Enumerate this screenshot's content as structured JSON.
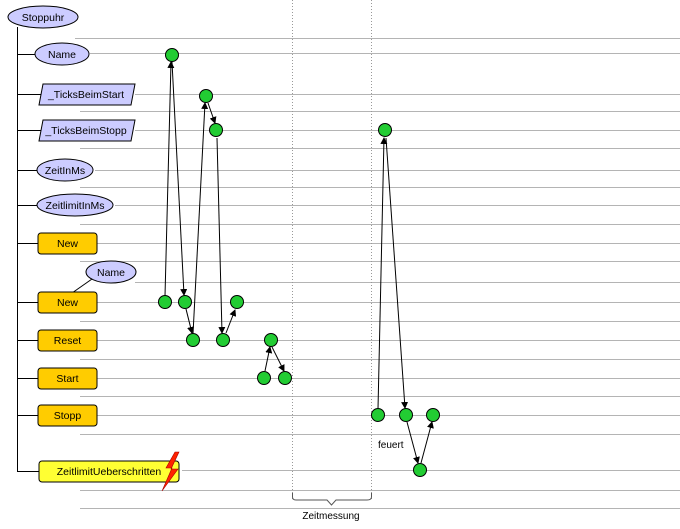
{
  "root": {
    "label": "Stoppuhr",
    "shape": "ellipse"
  },
  "members": [
    {
      "id": "name_prop",
      "label": "Name",
      "kind": "property",
      "shape": "ellipse"
    },
    {
      "id": "ticks_start",
      "label": "_TicksBeimStart",
      "kind": "field",
      "shape": "parallelogram"
    },
    {
      "id": "ticks_stopp",
      "label": "_TicksBeimStopp",
      "kind": "field",
      "shape": "parallelogram"
    },
    {
      "id": "zeit_in_ms",
      "label": "ZeitInMs",
      "kind": "property",
      "shape": "ellipse"
    },
    {
      "id": "zeitlimit_in_ms",
      "label": "ZeitlimitInMs",
      "kind": "property",
      "shape": "ellipse"
    },
    {
      "id": "new1",
      "label": "New",
      "kind": "method",
      "shape": "rounded-box"
    },
    {
      "id": "new2",
      "label": "New",
      "kind": "method",
      "shape": "rounded-box",
      "parameter": "Name"
    },
    {
      "id": "reset",
      "label": "Reset",
      "kind": "method",
      "shape": "rounded-box"
    },
    {
      "id": "start",
      "label": "Start",
      "kind": "method",
      "shape": "rounded-box"
    },
    {
      "id": "stopp",
      "label": "Stopp",
      "kind": "method",
      "shape": "rounded-box"
    },
    {
      "id": "zeitlimit_ueberschritten",
      "label": "ZeitlimitUeberschritten",
      "kind": "event",
      "shape": "rounded-box",
      "icon": "lightning-icon"
    }
  ],
  "annotations": {
    "edge_label": "feuert",
    "region_label": "Zeitmessung"
  },
  "colors": {
    "ellipse_fill": "#ccccff",
    "method_fill": "#ffcc00",
    "event_fill": "#ffff33",
    "node_fill": "#22cc33",
    "lightning_fill": "#ff2200",
    "line": "#000000",
    "grid_line": "#b4b4b4"
  }
}
